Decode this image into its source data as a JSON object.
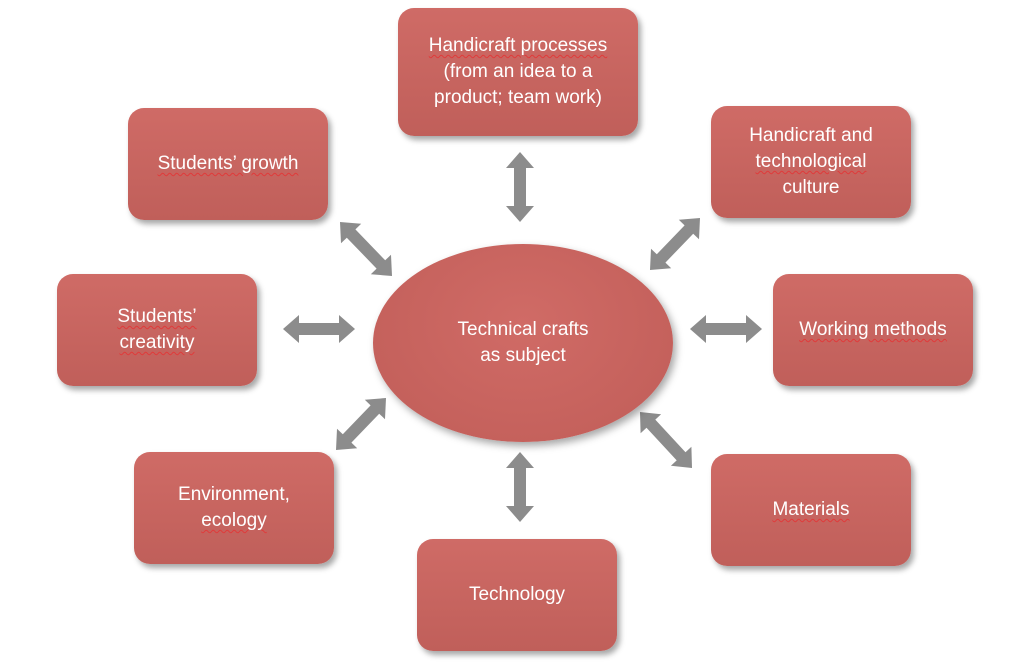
{
  "colors": {
    "box": "#c9625e",
    "arrow": "#8c8c8c",
    "text": "#ffffff"
  },
  "center": {
    "line1": "Technical crafts",
    "line2": "as subject"
  },
  "nodes": {
    "handicraft_processes": {
      "line1": "Handicraft processes",
      "line2": "(from an idea to a",
      "line3": "product; team work)"
    },
    "handicraft_culture": {
      "line1": "Handicraft and",
      "line2": "technological",
      "line3": "culture"
    },
    "working_methods": "Working methods",
    "materials": "Materials",
    "technology": "Technology",
    "environment": {
      "line1": "Environment,",
      "line2": "ecology"
    },
    "students_creativity": {
      "line1": "Students’",
      "line2": "creativity"
    },
    "students_growth": "Students’ growth"
  }
}
